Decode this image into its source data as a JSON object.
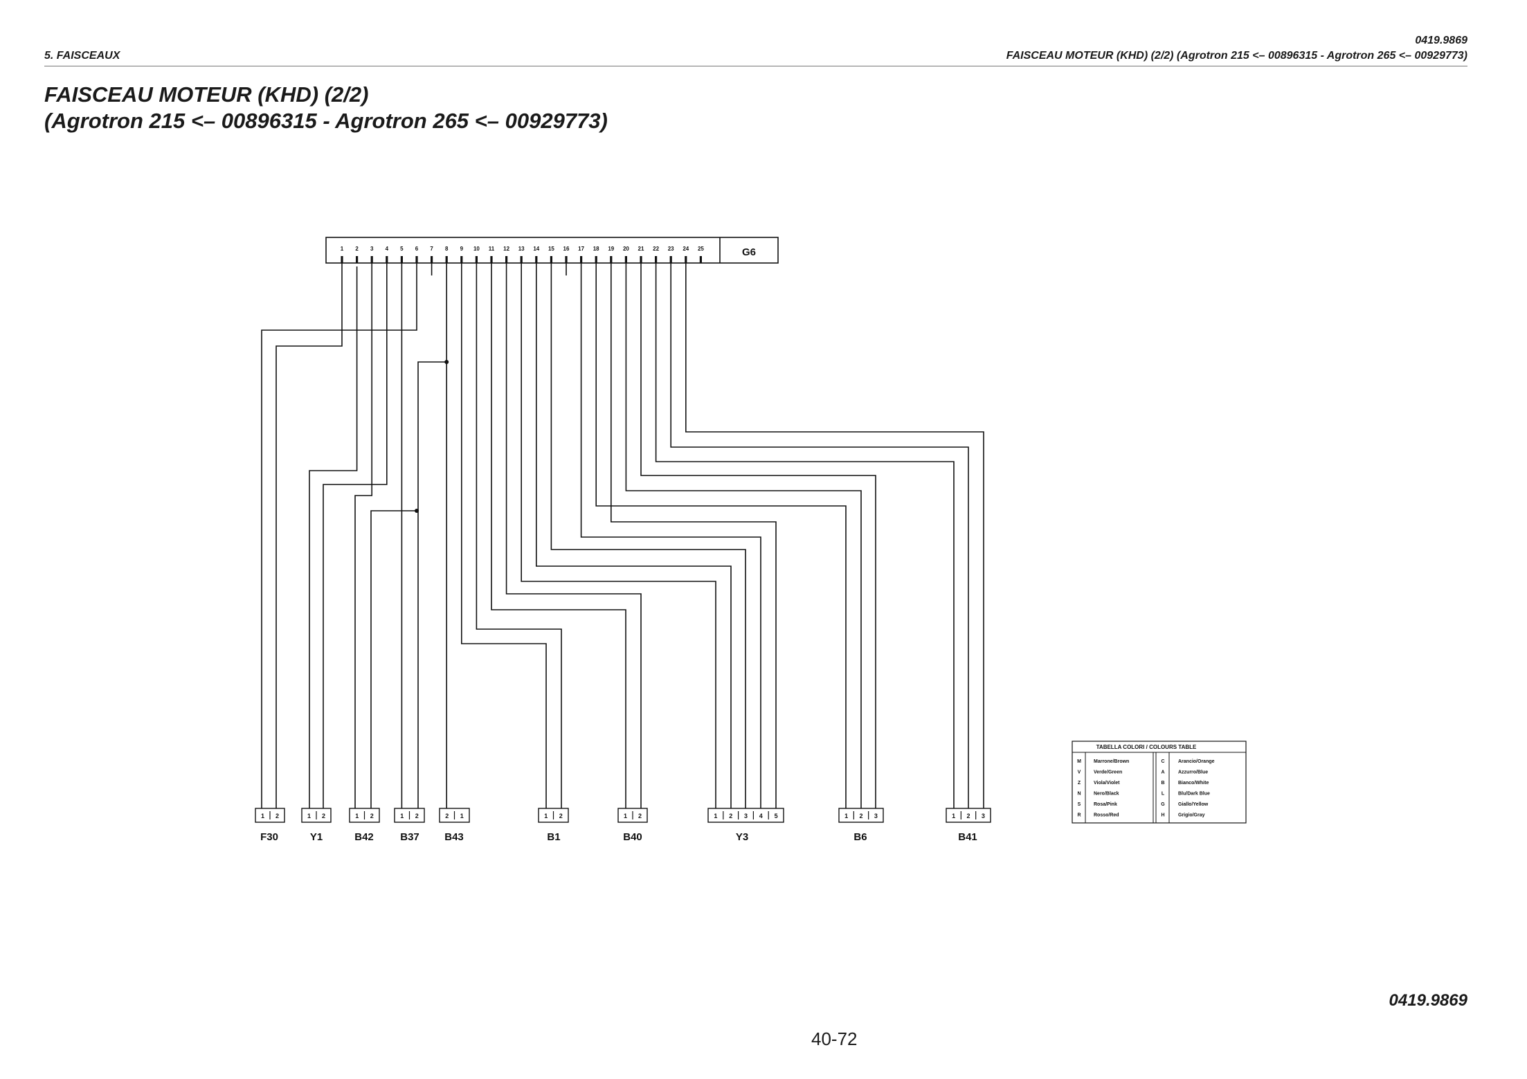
{
  "header": {
    "section": "5. FAISCEAUX",
    "doc_ref": "0419.9869",
    "subtitle": "FAISCEAU MOTEUR (KHD) (2/2) (Agrotron 215 <– 00896315 - Agrotron 265 <– 00929773)"
  },
  "title": {
    "line1": "FAISCEAU MOTEUR (KHD) (2/2)",
    "line2": "(Agrotron 215 <– 00896315 - Agrotron 265 <– 00929773)"
  },
  "main_connector": {
    "label": "G6",
    "pins": [
      "1",
      "2",
      "3",
      "4",
      "5",
      "6",
      "7",
      "8",
      "9",
      "10",
      "11",
      "12",
      "13",
      "14",
      "15",
      "16",
      "17",
      "18",
      "19",
      "20",
      "21",
      "22",
      "23",
      "24",
      "25"
    ]
  },
  "connectors": [
    {
      "label": "F30",
      "pins": [
        "1",
        "2"
      ]
    },
    {
      "label": "Y1",
      "pins": [
        "1",
        "2"
      ]
    },
    {
      "label": "B42",
      "pins": [
        "1",
        "2"
      ]
    },
    {
      "label": "B37",
      "pins": [
        "1",
        "2"
      ]
    },
    {
      "label": "B43",
      "pins": [
        "2",
        "1"
      ]
    },
    {
      "label": "B1",
      "pins": [
        "1",
        "2"
      ]
    },
    {
      "label": "B40",
      "pins": [
        "1",
        "2"
      ]
    },
    {
      "label": "Y3",
      "pins": [
        "1",
        "2",
        "3",
        "4",
        "5"
      ]
    },
    {
      "label": "B6",
      "pins": [
        "1",
        "2",
        "3"
      ]
    },
    {
      "label": "B41",
      "pins": [
        "1",
        "2",
        "3"
      ]
    }
  ],
  "legend": {
    "title": "TABELLA COLORI / COLOURS TABLE",
    "left": [
      {
        "code": "M",
        "name": "Marrone/Brown"
      },
      {
        "code": "V",
        "name": "Verde/Green"
      },
      {
        "code": "Z",
        "name": "Viola/Violet"
      },
      {
        "code": "N",
        "name": "Nero/Black"
      },
      {
        "code": "S",
        "name": "Rosa/Pink"
      },
      {
        "code": "R",
        "name": "Rosso/Red"
      }
    ],
    "right": [
      {
        "code": "C",
        "name": "Arancio/Orange"
      },
      {
        "code": "A",
        "name": "Azzurro/Blue"
      },
      {
        "code": "B",
        "name": "Bianco/White"
      },
      {
        "code": "L",
        "name": "Blu/Dark Blue"
      },
      {
        "code": "G",
        "name": "Giallo/Yellow"
      },
      {
        "code": "H",
        "name": "Grigio/Gray"
      }
    ]
  },
  "footer": {
    "doc_code": "0419.9869",
    "page_number": "40-72"
  }
}
